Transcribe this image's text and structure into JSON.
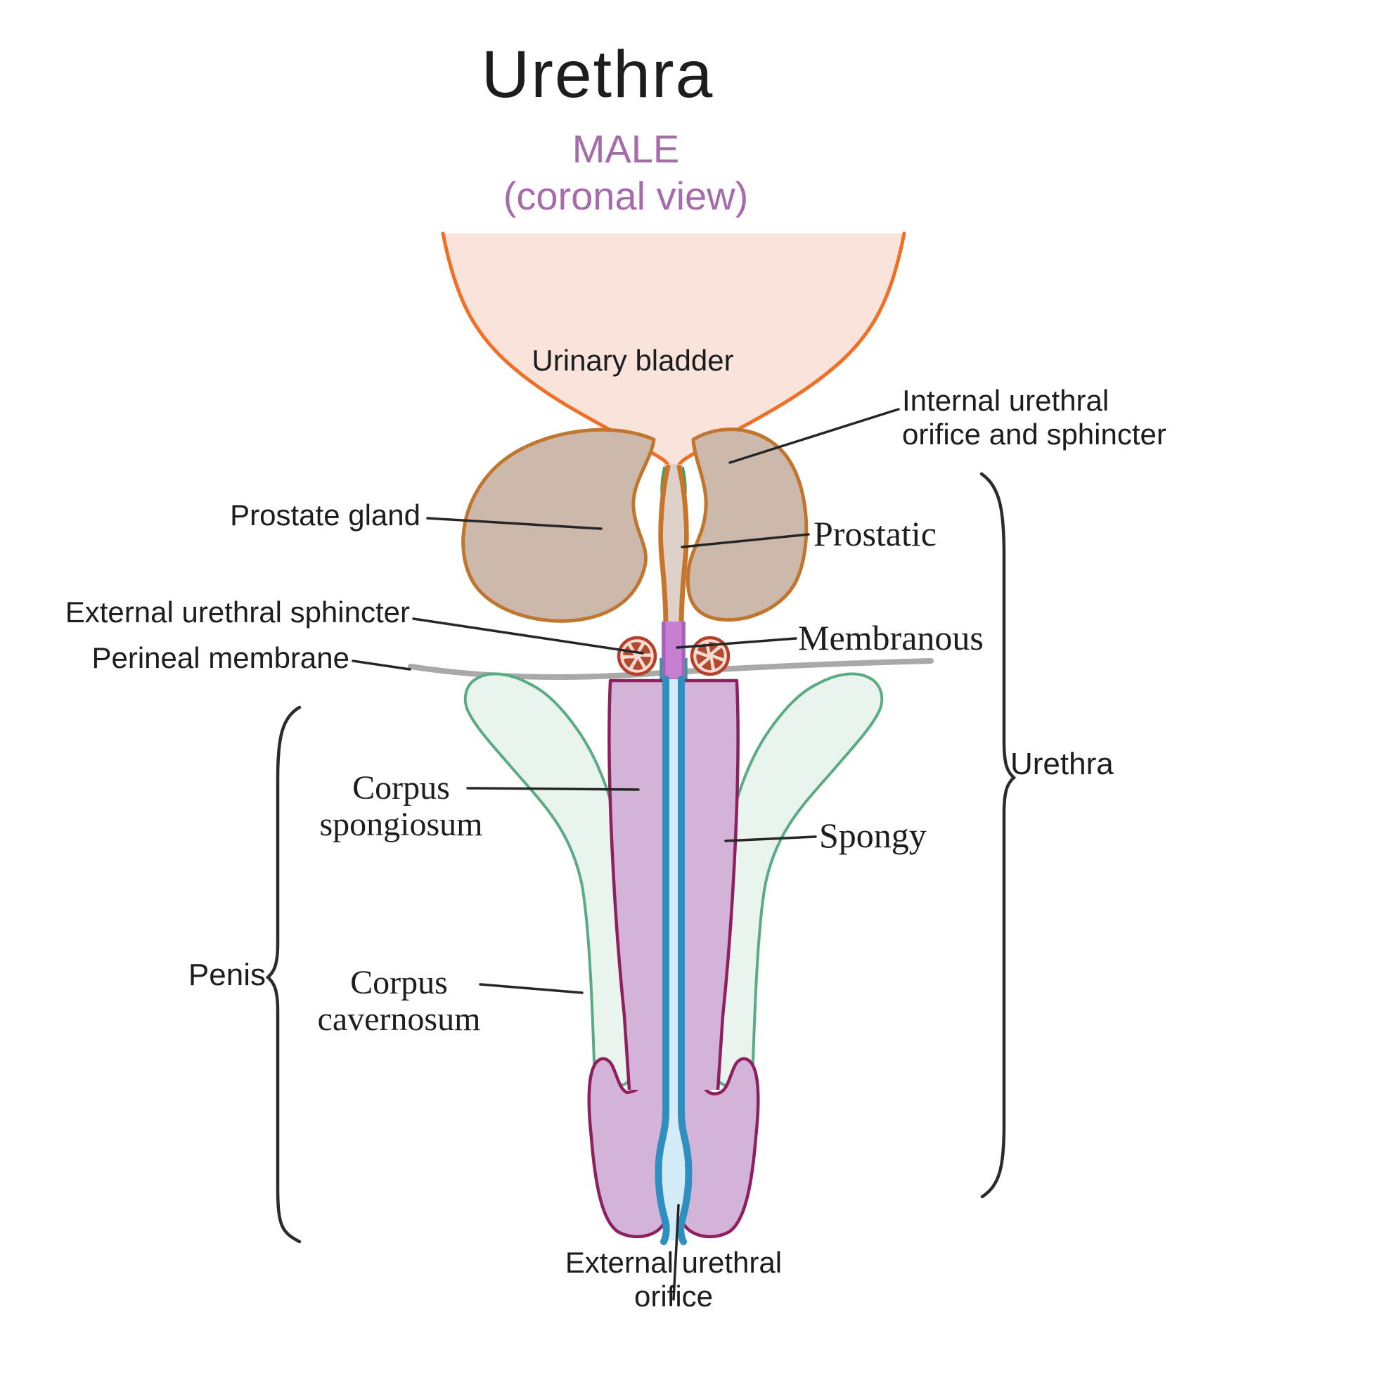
{
  "title": "Urethra",
  "subtitle": {
    "line1": "MALE",
    "line2": "(coronal view)"
  },
  "labels": {
    "urinary_bladder": "Urinary bladder",
    "internal_orifice": "Internal urethral\norifice and sphincter",
    "prostate_gland": "Prostate gland",
    "prostatic": "Prostatic",
    "external_sphincter": "External urethral sphincter",
    "membranous": "Membranous",
    "perineal_membrane": "Perineal membrane",
    "corpus_spongiosum": "Corpus\nspongiosum",
    "spongy": "Spongy",
    "penis": "Penis",
    "corpus_cavernosum": "Corpus\ncavernosum",
    "urethra_brace_label": "Urethra",
    "external_orifice": "External urethral\norifice"
  },
  "colors": {
    "accent_purple": "#a66bab",
    "text": "#1d1d1f",
    "bladder_fill": "#f9e3da",
    "bladder_outline": "#f06f26",
    "prostate_fill": "#cdb9ac",
    "prostate_outline": "#c0762f",
    "prostatic_wall_brown": "#c8752c",
    "prostatic_lumen": "#ddd1c9",
    "bladder_neck_green": "#43a05c",
    "membranous_fill": "#c77fd2",
    "membranous_edge": "#a763ba",
    "membranous_teal": "#2f9a96",
    "sphincter_ring": "#b4402a",
    "sphincter_wedge": "#b14a2e",
    "sphincter_fill": "#f7dbd2",
    "perineal_membrane_gray": "#a9a9a9",
    "cavernosum_fill": "#eaf4ee",
    "cavernosum_outline": "#5aab82",
    "spongiosum_fill": "#d3b3d8",
    "spongiosum_outline": "#8e2060",
    "urethra_wall_blue": "#2f8fc0",
    "urethra_lumen_blue": "#d4ecf8",
    "leader_line": "#262626"
  }
}
